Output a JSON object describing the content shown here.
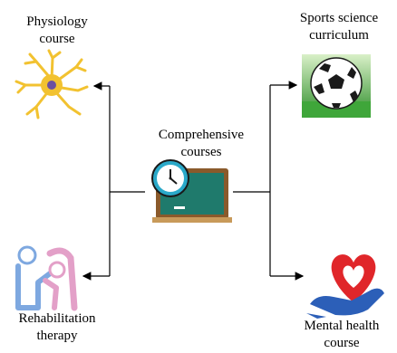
{
  "center": {
    "label_line1": "Comprehensive",
    "label_line2": "courses",
    "icon": "clock-chalkboard-icon"
  },
  "nodes": {
    "physiology": {
      "line1": "Physiology",
      "line2": "course",
      "icon": "neuron-icon"
    },
    "sports": {
      "line1": "Sports science",
      "line2": "curriculum",
      "icon": "soccer-ball-icon"
    },
    "rehab": {
      "line1": "Rehabilitation",
      "line2": "therapy",
      "icon": "therapy-figures-icon"
    },
    "mental": {
      "line1": "Mental health",
      "line2": "course",
      "icon": "heart-hand-icon"
    }
  },
  "colors": {
    "neuron": "#f2c230",
    "neuron_core": "#6b4fa0",
    "grass": "#3fa63a",
    "ball": "#1a1a1a",
    "heart": "#e0262a",
    "hand": "#2c5fb8",
    "board": "#1f7a6c",
    "frame": "#8a5a2b",
    "clock": "#2aa9c9",
    "therapist": "#e3a0c8",
    "patient": "#7ea8e0"
  }
}
